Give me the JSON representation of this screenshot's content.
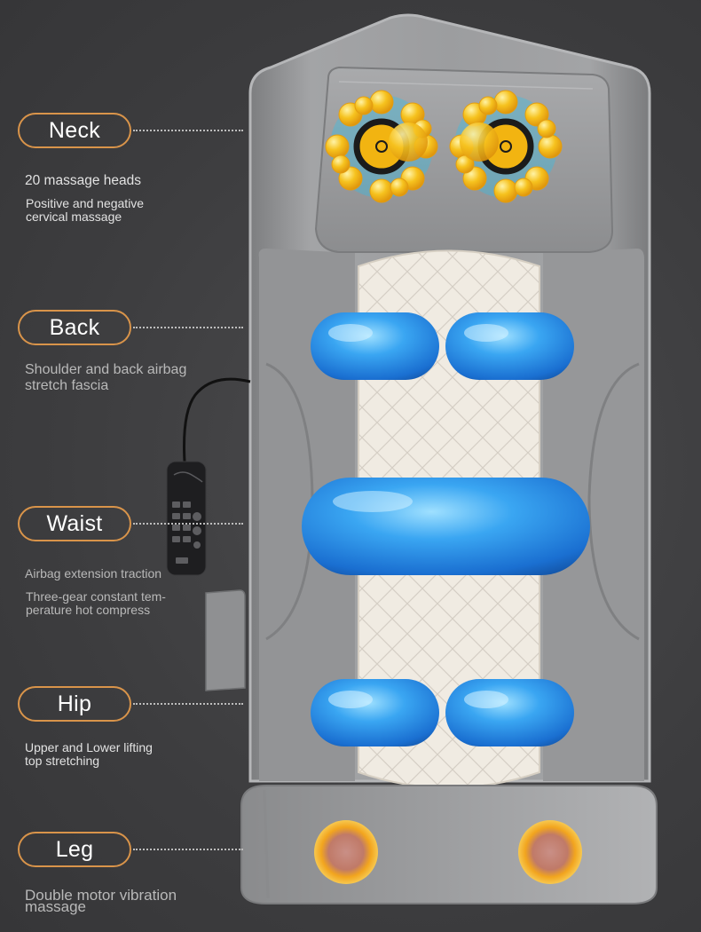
{
  "features": [
    {
      "id": "neck",
      "label": "Neck",
      "lines": [
        "20 massage heads",
        "Positive and negative",
        "cervical massage"
      ]
    },
    {
      "id": "back",
      "label": "Back",
      "lines": [
        "Shoulder and back airbag",
        "stretch fascia"
      ]
    },
    {
      "id": "waist",
      "label": "Waist",
      "lines": [
        "Airbag extension traction",
        "Three-gear constant tem-",
        "perature hot compress"
      ]
    },
    {
      "id": "hip",
      "label": "Hip",
      "lines": [
        "Upper and Lower lifting",
        "top stretching"
      ]
    },
    {
      "id": "leg",
      "label": "Leg",
      "lines": [
        "Double motor vibration",
        "massage"
      ]
    }
  ],
  "colors": {
    "background": "#3d3d3f",
    "pill_border": "#d9944a",
    "cushion": "#8e8f91",
    "airbag_blue": "#2a8fe6",
    "roller_gold": "#f3b61a",
    "vibration_orange": "#f0a020",
    "center_panel": "#efe9df"
  },
  "icons": [
    "remote-control-icon",
    "neck-roller-icon",
    "airbag-icon",
    "vibration-motor-icon"
  ]
}
